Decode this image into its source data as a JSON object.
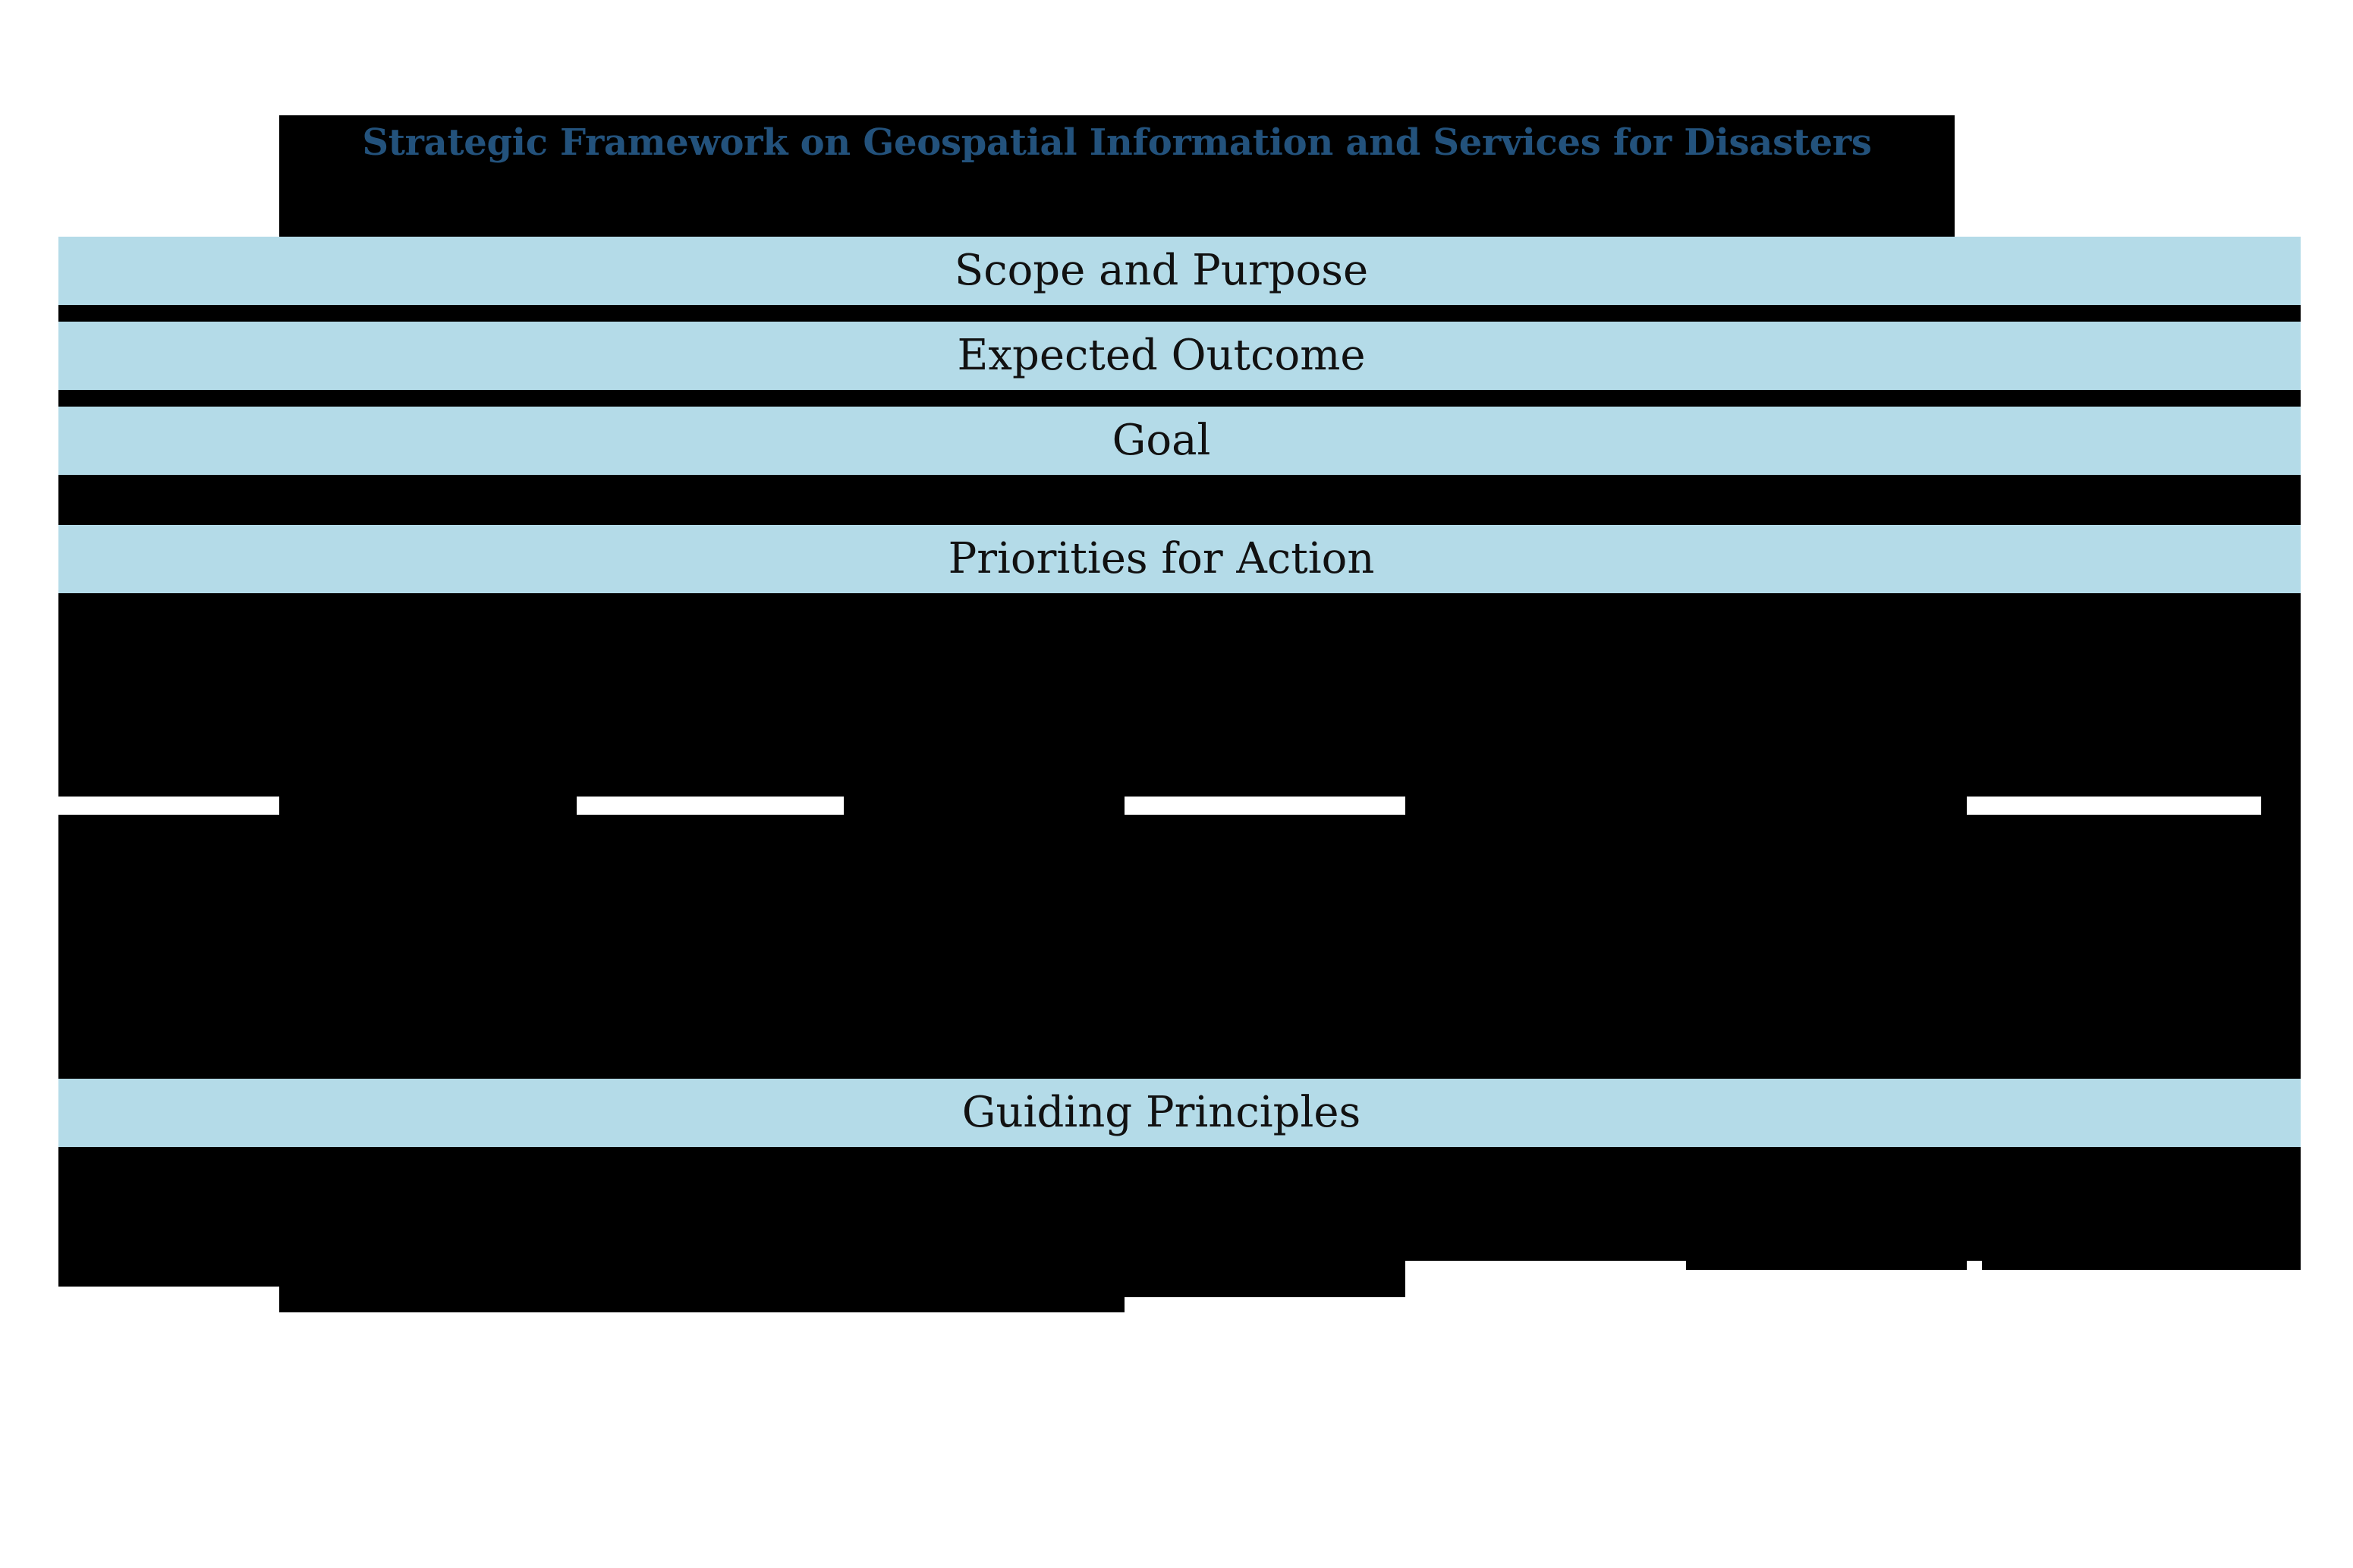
{
  "document": {
    "title": "Strategic Framework on Geospatial Information and Services for Disasters",
    "title_color": "#23527c",
    "band_color": "#b4dbe8",
    "redaction_color": "#000000",
    "background_color": "#ffffff"
  },
  "sections": [
    {
      "id": "scope-and-purpose",
      "label": "Scope and Purpose"
    },
    {
      "id": "expected-outcome",
      "label": "Expected Outcome"
    },
    {
      "id": "goal",
      "label": "Goal"
    },
    {
      "id": "priorities-for-action",
      "label": "Priorities for Action"
    },
    {
      "id": "guiding-principles",
      "label": "Guiding Principles"
    }
  ],
  "redacted_blocks": {
    "title_backdrop": "",
    "scope_body": "",
    "outcome_body": "",
    "goal_body": "",
    "priorities_body": "",
    "priorities_columns": "",
    "principles_body": "",
    "principles_columns": ""
  }
}
